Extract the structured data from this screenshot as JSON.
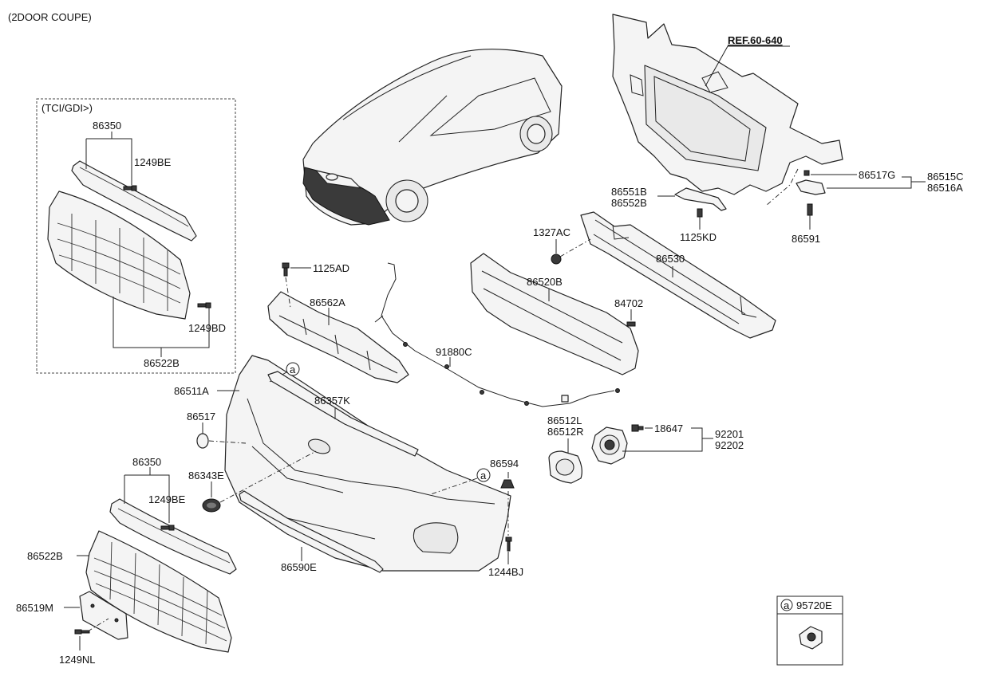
{
  "title": "(2DOOR COUPE)",
  "group_label": "(TCI/GDI>)",
  "ref_label": "REF.60-640",
  "callout_letter": "a",
  "legend": {
    "letter": "a",
    "part": "95720E"
  },
  "labels": {
    "p86350_top": "86350",
    "p1249BE_top": "1249BE",
    "p1249BD": "1249BD",
    "p86522B_top": "86522B",
    "p1125AD": "1125AD",
    "p86562A": "86562A",
    "p91880C": "91880C",
    "p86520B": "86520B",
    "p1327AC": "1327AC",
    "p86530": "86530",
    "p84702": "84702",
    "p86551B": "86551B",
    "p86552B": "86552B",
    "p1125KD": "1125KD",
    "p86517G": "86517G",
    "p86515C": "86515C",
    "p86516A": "86516A",
    "p86591": "86591",
    "p86511A": "86511A",
    "p86357K": "86357K",
    "p86517": "86517",
    "p86350_bot": "86350",
    "p1249BE_bot": "1249BE",
    "p86343E": "86343E",
    "p86522B_bot": "86522B",
    "p86519M": "86519M",
    "p1249NL": "1249NL",
    "p86590E": "86590E",
    "p86594": "86594",
    "p1244BJ": "1244BJ",
    "p86512L": "86512L",
    "p86512R": "86512R",
    "p18647": "18647",
    "p92201": "92201",
    "p92202": "92202"
  },
  "colors": {
    "line": "#222222",
    "fill": "#f4f4f4",
    "background": "#ffffff"
  }
}
